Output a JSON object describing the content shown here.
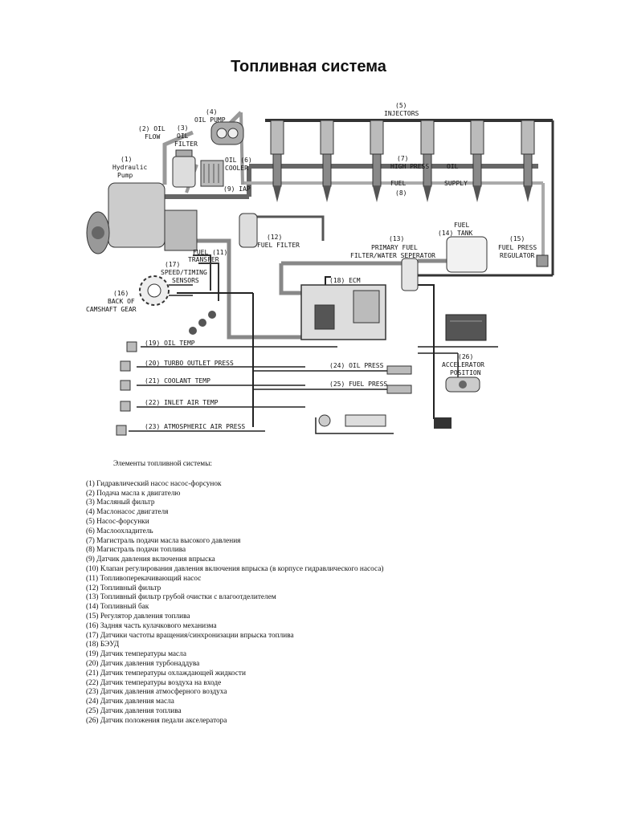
{
  "title": "Топливная система",
  "diagram": {
    "labels": {
      "c1": "(1)",
      "hydraulic": "Hydraulic",
      "pump": "Pump",
      "c2": "(2) OIL",
      "flow": "FLOW",
      "c3": "(3)",
      "oil": "OIL",
      "filter": "FILTER",
      "c4": "(4)",
      "oil_pump": "OIL PUMP",
      "c5": "(5)",
      "injectors": "INJECTORS",
      "c6": "OIL (6)",
      "cooler": "COOLER",
      "c7": "(7)",
      "high_press": "HIGH PRESS",
      "oil_word": "OIL",
      "fuel_word": "FUEL",
      "supply": "SUPPLY",
      "c8": "(8)",
      "c9": "(9) IAP",
      "c12": "(12)",
      "fuel_filter": "FUEL FILTER",
      "fuel11": "FUEL (11)",
      "transfer": "TRANSFER",
      "fuel_tank_1": "FUEL",
      "fuel_tank_2": "(14) TANK",
      "c13": "(13)",
      "primary": "PRIMARY FUEL",
      "filter_water": "FILTER/WATER SEPERATOR",
      "c15": "(15)",
      "fuel_press": "FUEL PRESS",
      "regulator": "REGULATOR",
      "c17": "(17)",
      "speed_timing": "SPEED/TIMING",
      "sensors": "SENSORS",
      "c16": "(16)",
      "back_of": "BACK OF",
      "camshaft": "CAMSHAFT GEAR",
      "ecm": "(18) ECM",
      "s19": "(19) OIL TEMP",
      "s20": "(20) TURBO OUTLET PRESS",
      "s21": "(21) COOLANT TEMP",
      "s22": "(22) INLET AIR TEMP",
      "s23": "(23) ATMOSPHERIC AIR PRESS",
      "s24": "(24) OIL PRESS",
      "s25": "(25) FUEL PRESS",
      "c26": "(26)",
      "accelerator": "ACCELERATOR",
      "position": "POSITION"
    }
  },
  "legend": {
    "heading": "Элементы топливной системы:",
    "items": [
      "(1) Гидравлический насос насос-форсунок",
      "(2) Подача масла к двигателю",
      "(3) Масляный фильтр",
      "(4) Маслонасос двигателя",
      "(5) Насос-форсунки",
      "(6) Маслоохладитель",
      "(7) Магистраль подачи масла высокого давления",
      "(8) Магистраль подачи топлива",
      "(9) Датчик давления включения впрыска",
      "(10) Клапан регулирования давления включения впрыска (в корпусе гидравлического насоса)",
      "(11) Топливоперекачивающий насос",
      "(12) Топливный фильтр",
      "(13) Топливный фильтр грубой очистки с влагоотделителем",
      "(14) Топливный бак",
      "(15) Регулятор давления топлива",
      "(16) Задняя часть кулачкового механизма",
      "(17) Датчики частоты вращения/синхронизации впрыска топлива",
      "(18) БЭУД",
      "(19) Датчик температуры масла",
      "(20) Датчик давления турбонаддува",
      "(21) Датчик температуры охлаждающей жидкости",
      "(22) Датчик температуры воздуха на входе",
      "(23) Датчик давления атмосферного воздуха",
      "(24) Датчик давления масла",
      "(25) Датчик давления топлива",
      "(26) Датчик положения педали акселератора"
    ]
  }
}
